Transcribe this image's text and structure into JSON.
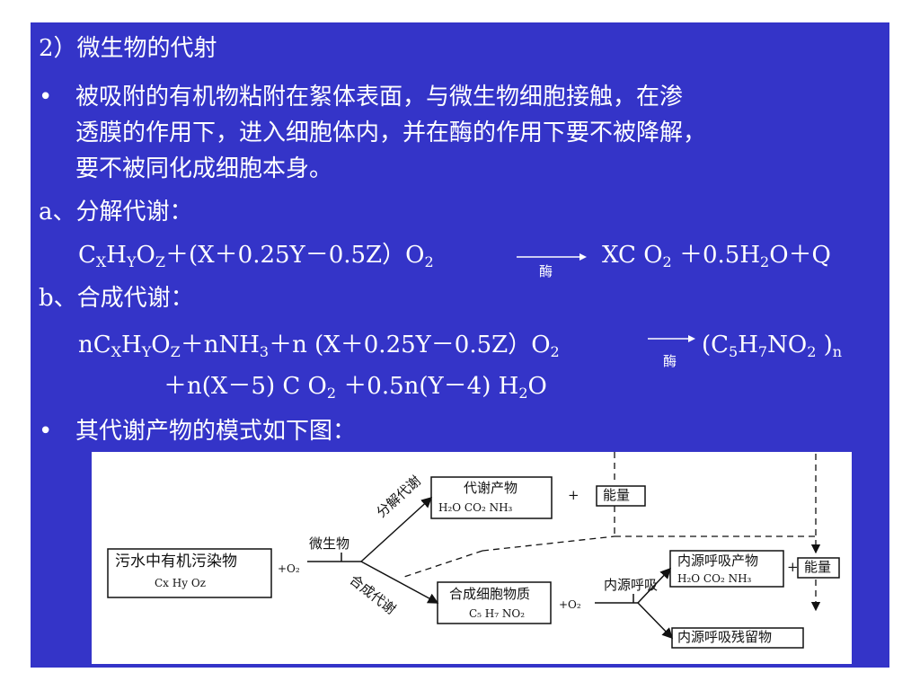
{
  "slide": {
    "heading": "2）微生物的代射",
    "bullet1_lines": [
      "被吸附的有机物粘附在絮体表面，与微生物细胞接触，在渗",
      "透膜的作用下，进入细胞体内，并在酶的作用下要不被降解，",
      "要不被同化成细胞本身。"
    ],
    "section_a": "a、分解代谢：",
    "section_b": "b、合成代谢：",
    "bullet2": "其代谢产物的模式如下图：",
    "bullet_char": "•",
    "enzyme": "酶",
    "eq_a": {
      "lhs_parts": [
        "C",
        "X",
        "H",
        "Y",
        "O",
        "Z",
        "＋(X＋0.25Y－0.5Z）O",
        "2"
      ],
      "rhs_parts": [
        "XC O",
        "2",
        " ＋0.5H",
        "2",
        "O＋Q"
      ]
    },
    "eq_b": {
      "lhs_parts": [
        "nC",
        "X",
        "H",
        "Y",
        "O",
        "Z",
        "＋nNH",
        "3",
        "＋n (X＋0.25Y－0.5Z）O",
        "2"
      ],
      "rhs_parts": [
        "(C",
        "5",
        "H",
        "7",
        "NO",
        "2",
        " )",
        "n"
      ],
      "line2_parts": [
        "＋n(X－5) C O",
        "2",
        " ＋0.5n(Y－4) H",
        "2",
        "O"
      ]
    }
  },
  "diagram": {
    "source_box": {
      "line1": "污水中有机污染物",
      "line2": "Cx Hy Oz"
    },
    "o2_1": "+O₂",
    "microbe": "微生物",
    "decompose": "分解代谢",
    "synthesize": "合成代谢",
    "metab_box": {
      "title": "代谢产物",
      "products": "H₂O CO₂ NH₃"
    },
    "plus_1": "+",
    "energy_1": "能量",
    "cell_box": {
      "title": "合成细胞物质",
      "formula": "C₅ H₇ NO₂"
    },
    "o2_2": "+O₂",
    "endo_resp": "内源呼吸",
    "endo_prod_box": {
      "title": "内源呼吸产物",
      "products": "H₂O CO₂ NH₃"
    },
    "plus_2": "+",
    "energy_2": "能量",
    "residue_box": "内源呼吸残留物"
  }
}
